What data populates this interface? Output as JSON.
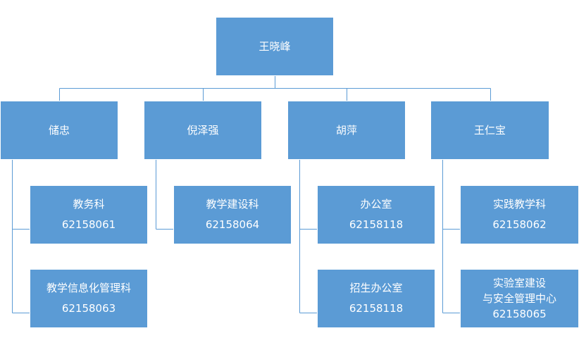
{
  "colors": {
    "box_fill": "#5b9bd5",
    "box_text": "#ffffff",
    "connector": "#5b9bd5",
    "background": "#ffffff"
  },
  "org": {
    "root": {
      "name": "王晓峰"
    },
    "branches": [
      {
        "name": "储忠",
        "children": [
          {
            "lines": [
              "教务科",
              "62158061"
            ]
          },
          {
            "lines": [
              "教学信息化管理科",
              "62158063"
            ]
          }
        ]
      },
      {
        "name": "倪泽强",
        "children": [
          {
            "lines": [
              "教学建设科",
              "62158064"
            ]
          }
        ]
      },
      {
        "name": "胡萍",
        "children": [
          {
            "lines": [
              "办公室",
              "62158118"
            ]
          },
          {
            "lines": [
              "招生办公室",
              "62158118"
            ]
          }
        ]
      },
      {
        "name": "王仁宝",
        "children": [
          {
            "lines": [
              "实践教学科",
              "62158062"
            ]
          },
          {
            "lines": [
              "实验室建设",
              "与安全管理中心",
              "62158065"
            ]
          }
        ]
      }
    ]
  }
}
